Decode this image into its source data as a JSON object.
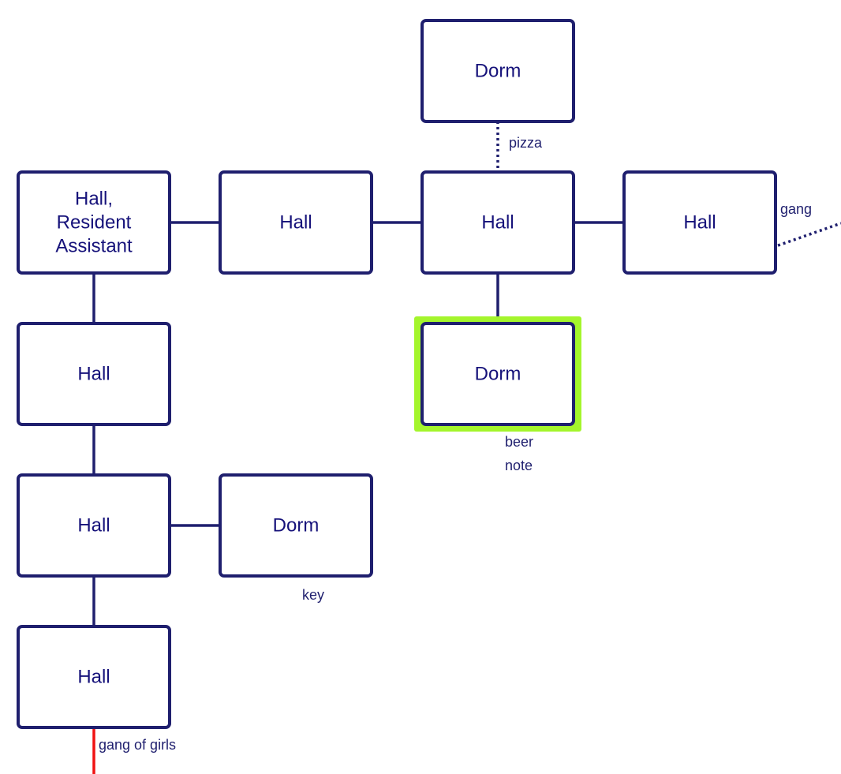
{
  "diagram": {
    "title": "",
    "colors": {
      "node_border": "#1f1f6e",
      "node_text": "#16127a",
      "edge": "#1f1f6e",
      "highlight": "#a4f52c",
      "alert_edge": "#f01212"
    },
    "nodes": [
      {
        "id": "dorm-top",
        "lines": [
          "Dorm"
        ]
      },
      {
        "id": "hall-ra",
        "lines": [
          "Hall,",
          "Resident",
          "Assistant"
        ]
      },
      {
        "id": "hall-2",
        "lines": [
          "Hall"
        ]
      },
      {
        "id": "hall-3",
        "lines": [
          "Hall"
        ]
      },
      {
        "id": "hall-4",
        "lines": [
          "Hall"
        ]
      },
      {
        "id": "dorm-current",
        "lines": [
          "Dorm"
        ],
        "highlighted": true
      },
      {
        "id": "hall-left-2",
        "lines": [
          "Hall"
        ]
      },
      {
        "id": "hall-left-3",
        "lines": [
          "Hall"
        ]
      },
      {
        "id": "dorm-key",
        "lines": [
          "Dorm"
        ]
      },
      {
        "id": "hall-left-4",
        "lines": [
          "Hall"
        ]
      }
    ],
    "edges": [
      {
        "from": "dorm-top",
        "to": "hall-3",
        "style": "dotted",
        "label": "pizza"
      },
      {
        "from": "hall-ra",
        "to": "hall-2",
        "style": "solid"
      },
      {
        "from": "hall-2",
        "to": "hall-3",
        "style": "solid"
      },
      {
        "from": "hall-3",
        "to": "hall-4",
        "style": "solid"
      },
      {
        "from": "hall-4",
        "to": "offscreen-east",
        "style": "dotted",
        "label": "gang"
      },
      {
        "from": "hall-3",
        "to": "dorm-current",
        "style": "solid"
      },
      {
        "from": "hall-ra",
        "to": "hall-left-2",
        "style": "solid"
      },
      {
        "from": "hall-left-2",
        "to": "hall-left-3",
        "style": "solid"
      },
      {
        "from": "hall-left-3",
        "to": "dorm-key",
        "style": "solid"
      },
      {
        "from": "hall-left-3",
        "to": "hall-left-4",
        "style": "solid"
      },
      {
        "from": "hall-left-4",
        "to": "offscreen-south",
        "style": "red",
        "label": "gang of girls"
      }
    ],
    "node_notes": [
      {
        "node": "dorm-current",
        "lines": [
          "beer",
          "note"
        ]
      },
      {
        "node": "dorm-key",
        "lines": [
          "key"
        ]
      }
    ]
  }
}
